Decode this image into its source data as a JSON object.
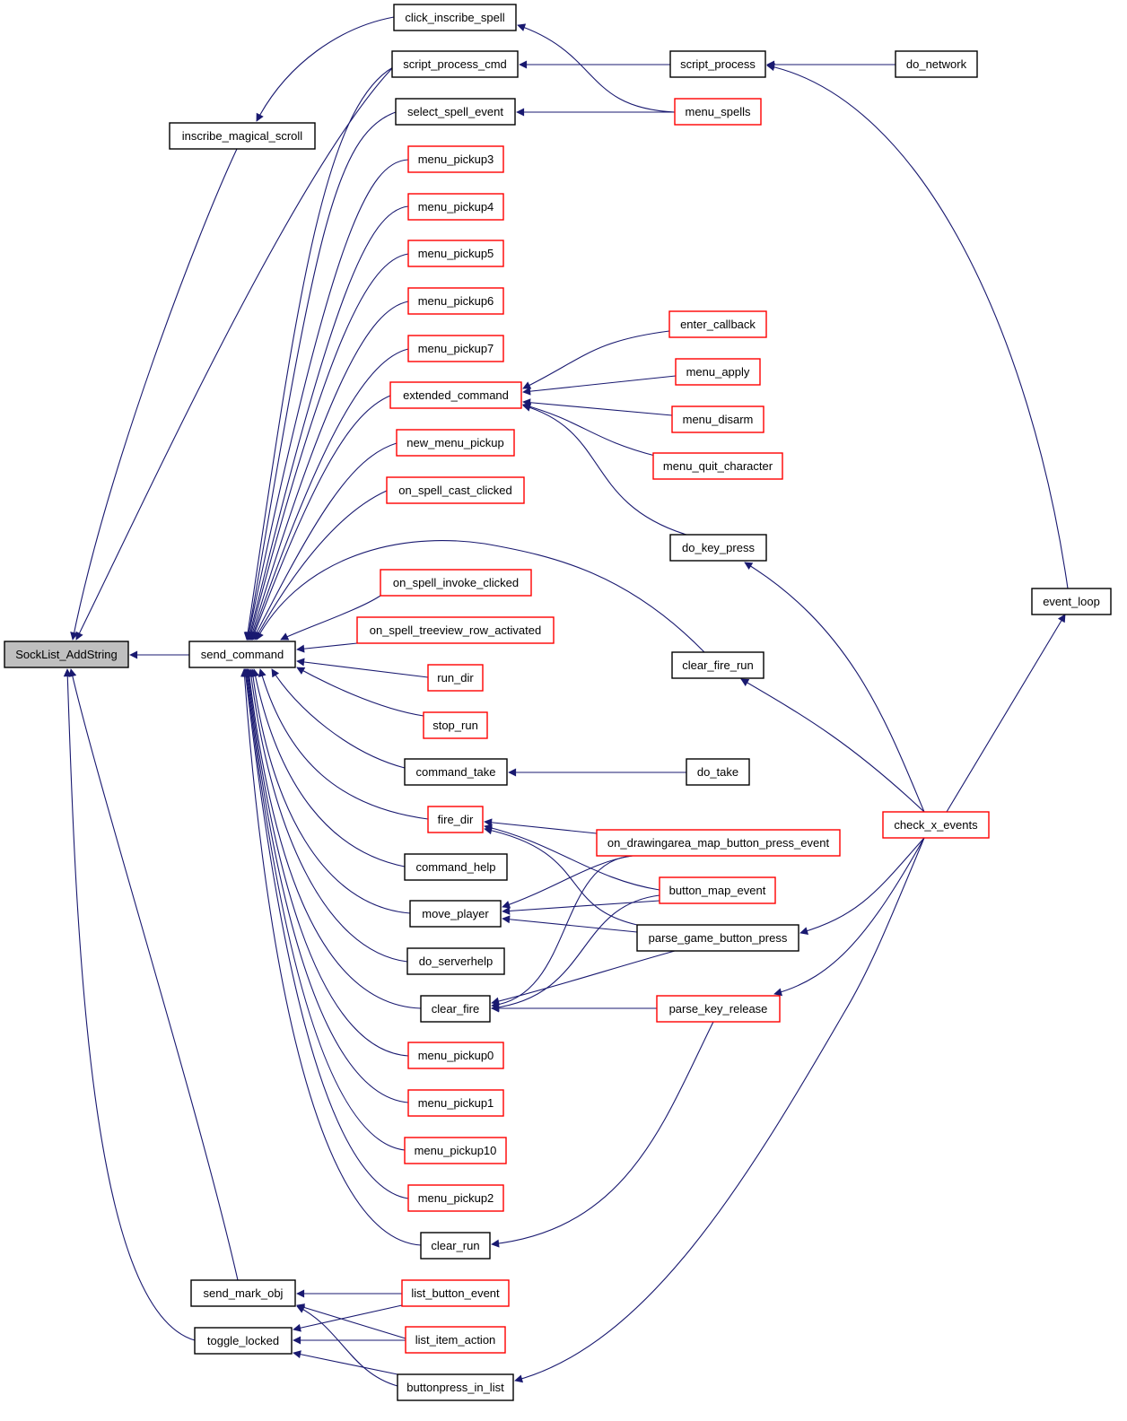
{
  "colors": {
    "edge": "#191970",
    "node_border_default": "#000000",
    "node_border_truncated": "#ff0000",
    "focus_fill": "#bfbfbf",
    "node_fill": "#ffffff",
    "background": "#ffffff"
  },
  "nodes": [
    {
      "id": "SockList_AddString",
      "label": "SockList_AddString",
      "style": "focus"
    },
    {
      "id": "inscribe_magical_scroll",
      "label": "inscribe_magical_scroll",
      "style": "black"
    },
    {
      "id": "send_command",
      "label": "send_command",
      "style": "black"
    },
    {
      "id": "send_mark_obj",
      "label": "send_mark_obj",
      "style": "black"
    },
    {
      "id": "toggle_locked",
      "label": "toggle_locked",
      "style": "black"
    },
    {
      "id": "click_inscribe_spell",
      "label": "click_inscribe_spell",
      "style": "black"
    },
    {
      "id": "script_process_cmd",
      "label": "script_process_cmd",
      "style": "black"
    },
    {
      "id": "select_spell_event",
      "label": "select_spell_event",
      "style": "black"
    },
    {
      "id": "menu_pickup3",
      "label": "menu_pickup3",
      "style": "red"
    },
    {
      "id": "menu_pickup4",
      "label": "menu_pickup4",
      "style": "red"
    },
    {
      "id": "menu_pickup5",
      "label": "menu_pickup5",
      "style": "red"
    },
    {
      "id": "menu_pickup6",
      "label": "menu_pickup6",
      "style": "red"
    },
    {
      "id": "menu_pickup7",
      "label": "menu_pickup7",
      "style": "red"
    },
    {
      "id": "extended_command",
      "label": "extended_command",
      "style": "red"
    },
    {
      "id": "new_menu_pickup",
      "label": "new_menu_pickup",
      "style": "red"
    },
    {
      "id": "on_spell_cast_clicked",
      "label": "on_spell_cast_clicked",
      "style": "red"
    },
    {
      "id": "on_spell_invoke_clicked",
      "label": "on_spell_invoke_clicked",
      "style": "red"
    },
    {
      "id": "on_spell_treeview_row_activated",
      "label": "on_spell_treeview_row_activated",
      "style": "red"
    },
    {
      "id": "run_dir",
      "label": "run_dir",
      "style": "red"
    },
    {
      "id": "stop_run",
      "label": "stop_run",
      "style": "red"
    },
    {
      "id": "command_take",
      "label": "command_take",
      "style": "black"
    },
    {
      "id": "fire_dir",
      "label": "fire_dir",
      "style": "red"
    },
    {
      "id": "command_help",
      "label": "command_help",
      "style": "black"
    },
    {
      "id": "move_player",
      "label": "move_player",
      "style": "black"
    },
    {
      "id": "do_serverhelp",
      "label": "do_serverhelp",
      "style": "black"
    },
    {
      "id": "clear_fire",
      "label": "clear_fire",
      "style": "black"
    },
    {
      "id": "menu_pickup0",
      "label": "menu_pickup0",
      "style": "red"
    },
    {
      "id": "menu_pickup1",
      "label": "menu_pickup1",
      "style": "red"
    },
    {
      "id": "menu_pickup10",
      "label": "menu_pickup10",
      "style": "red"
    },
    {
      "id": "menu_pickup2",
      "label": "menu_pickup2",
      "style": "red"
    },
    {
      "id": "clear_run",
      "label": "clear_run",
      "style": "black"
    },
    {
      "id": "list_button_event",
      "label": "list_button_event",
      "style": "red"
    },
    {
      "id": "list_item_action",
      "label": "list_item_action",
      "style": "red"
    },
    {
      "id": "buttonpress_in_list",
      "label": "buttonpress_in_list",
      "style": "black"
    },
    {
      "id": "script_process",
      "label": "script_process",
      "style": "black"
    },
    {
      "id": "menu_spells",
      "label": "menu_spells",
      "style": "red"
    },
    {
      "id": "enter_callback",
      "label": "enter_callback",
      "style": "red"
    },
    {
      "id": "menu_apply",
      "label": "menu_apply",
      "style": "red"
    },
    {
      "id": "menu_disarm",
      "label": "menu_disarm",
      "style": "red"
    },
    {
      "id": "menu_quit_character",
      "label": "menu_quit_character",
      "style": "red"
    },
    {
      "id": "do_key_press",
      "label": "do_key_press",
      "style": "black"
    },
    {
      "id": "clear_fire_run",
      "label": "clear_fire_run",
      "style": "black"
    },
    {
      "id": "do_take",
      "label": "do_take",
      "style": "black"
    },
    {
      "id": "on_drawingarea_map_button_press_event",
      "label": "on_drawingarea_map_button_press_event",
      "style": "red"
    },
    {
      "id": "button_map_event",
      "label": "button_map_event",
      "style": "red"
    },
    {
      "id": "parse_game_button_press",
      "label": "parse_game_button_press",
      "style": "black"
    },
    {
      "id": "parse_key_release",
      "label": "parse_key_release",
      "style": "red"
    },
    {
      "id": "do_network",
      "label": "do_network",
      "style": "black"
    },
    {
      "id": "event_loop",
      "label": "event_loop",
      "style": "black"
    },
    {
      "id": "check_x_events",
      "label": "check_x_events",
      "style": "red"
    }
  ],
  "edges": [
    [
      "inscribe_magical_scroll",
      "SockList_AddString"
    ],
    [
      "script_process_cmd",
      "SockList_AddString"
    ],
    [
      "send_command",
      "SockList_AddString"
    ],
    [
      "send_mark_obj",
      "SockList_AddString"
    ],
    [
      "toggle_locked",
      "SockList_AddString"
    ],
    [
      "click_inscribe_spell",
      "inscribe_magical_scroll"
    ],
    [
      "script_process_cmd",
      "send_command"
    ],
    [
      "select_spell_event",
      "send_command"
    ],
    [
      "menu_pickup3",
      "send_command"
    ],
    [
      "menu_pickup4",
      "send_command"
    ],
    [
      "menu_pickup5",
      "send_command"
    ],
    [
      "menu_pickup6",
      "send_command"
    ],
    [
      "menu_pickup7",
      "send_command"
    ],
    [
      "extended_command",
      "send_command"
    ],
    [
      "new_menu_pickup",
      "send_command"
    ],
    [
      "on_spell_cast_clicked",
      "send_command"
    ],
    [
      "clear_fire_run",
      "send_command"
    ],
    [
      "on_spell_invoke_clicked",
      "send_command"
    ],
    [
      "on_spell_treeview_row_activated",
      "send_command"
    ],
    [
      "run_dir",
      "send_command"
    ],
    [
      "stop_run",
      "send_command"
    ],
    [
      "command_take",
      "send_command"
    ],
    [
      "fire_dir",
      "send_command"
    ],
    [
      "command_help",
      "send_command"
    ],
    [
      "move_player",
      "send_command"
    ],
    [
      "do_serverhelp",
      "send_command"
    ],
    [
      "clear_fire",
      "send_command"
    ],
    [
      "menu_pickup0",
      "send_command"
    ],
    [
      "menu_pickup1",
      "send_command"
    ],
    [
      "menu_pickup10",
      "send_command"
    ],
    [
      "menu_pickup2",
      "send_command"
    ],
    [
      "clear_run",
      "send_command"
    ],
    [
      "menu_spells",
      "click_inscribe_spell"
    ],
    [
      "script_process",
      "script_process_cmd"
    ],
    [
      "menu_spells",
      "select_spell_event"
    ],
    [
      "do_network",
      "script_process"
    ],
    [
      "event_loop",
      "script_process"
    ],
    [
      "enter_callback",
      "extended_command"
    ],
    [
      "menu_apply",
      "extended_command"
    ],
    [
      "menu_disarm",
      "extended_command"
    ],
    [
      "menu_quit_character",
      "extended_command"
    ],
    [
      "do_key_press",
      "extended_command"
    ],
    [
      "check_x_events",
      "do_key_press"
    ],
    [
      "check_x_events",
      "clear_fire_run"
    ],
    [
      "do_take",
      "command_take"
    ],
    [
      "on_drawingarea_map_button_press_event",
      "fire_dir"
    ],
    [
      "button_map_event",
      "fire_dir"
    ],
    [
      "parse_game_button_press",
      "fire_dir"
    ],
    [
      "on_drawingarea_map_button_press_event",
      "move_player"
    ],
    [
      "button_map_event",
      "move_player"
    ],
    [
      "parse_game_button_press",
      "move_player"
    ],
    [
      "on_drawingarea_map_button_press_event",
      "clear_fire"
    ],
    [
      "button_map_event",
      "clear_fire"
    ],
    [
      "parse_game_button_press",
      "clear_fire"
    ],
    [
      "parse_key_release",
      "clear_fire"
    ],
    [
      "parse_key_release",
      "clear_run"
    ],
    [
      "check_x_events",
      "parse_game_button_press"
    ],
    [
      "check_x_events",
      "parse_key_release"
    ],
    [
      "check_x_events",
      "event_loop"
    ],
    [
      "list_button_event",
      "send_mark_obj"
    ],
    [
      "list_item_action",
      "send_mark_obj"
    ],
    [
      "buttonpress_in_list",
      "send_mark_obj"
    ],
    [
      "list_button_event",
      "toggle_locked"
    ],
    [
      "list_item_action",
      "toggle_locked"
    ],
    [
      "buttonpress_in_list",
      "toggle_locked"
    ],
    [
      "check_x_events",
      "buttonpress_in_list"
    ]
  ]
}
